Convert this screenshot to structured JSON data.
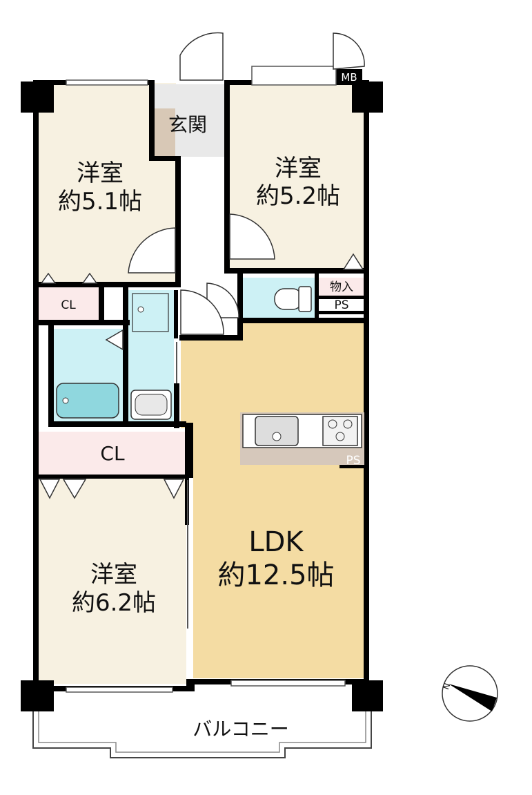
{
  "rooms": {
    "western_a": {
      "name": "洋室",
      "size": "約5.1帖"
    },
    "western_b": {
      "name": "洋室",
      "size": "約5.2帖"
    },
    "western_c": {
      "name": "洋室",
      "size": "約6.2帖"
    },
    "ldk": {
      "name": "LDK",
      "size": "約12.5帖"
    },
    "entrance": {
      "name": "玄関"
    },
    "closet_small": {
      "name": "CL"
    },
    "closet_large": {
      "name": "CL"
    },
    "storage": {
      "name": "物入"
    },
    "ps_upper": {
      "name": "PS"
    },
    "ps_kitchen": {
      "name": "PS"
    },
    "mb": {
      "name": "MB"
    },
    "balcony": {
      "name": "バルコニー"
    }
  },
  "compass": {
    "label": "N"
  },
  "colors": {
    "western": "#f7f1e1",
    "ldk": "#f4dca3",
    "wet": "#cdf1f5",
    "closet": "#fbeaea",
    "entrance_floor": "#e9e9e9",
    "entrance_step": "#d8c8b6",
    "corridor": "#ffffff",
    "wall": "#000000",
    "kitchen_counter": "#d6c8bb"
  }
}
